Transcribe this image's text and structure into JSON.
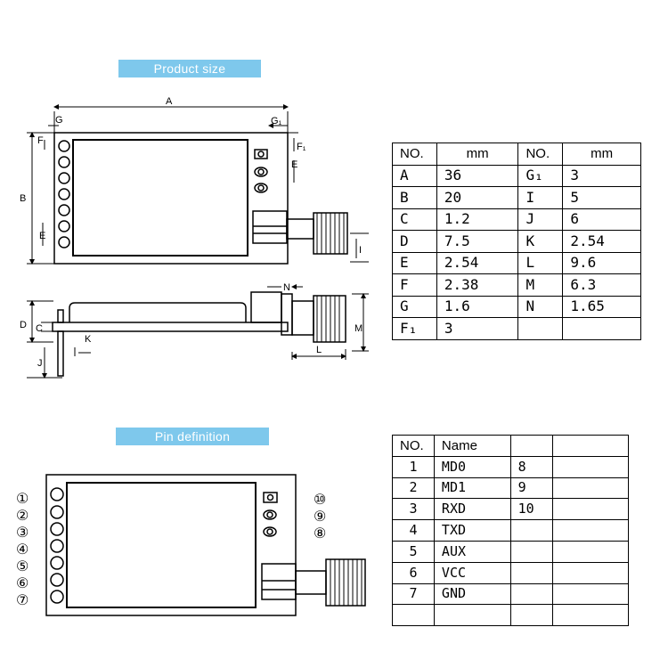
{
  "banners": {
    "product_size": "Product size",
    "pin_definition": "Pin definition"
  },
  "dimension_labels": {
    "A": "A",
    "B": "B",
    "C": "C",
    "D": "D",
    "E": "E",
    "F": "F",
    "G": "G",
    "G1": "G₁",
    "F1": "F₁",
    "I": "I",
    "J": "J",
    "K": "K",
    "L": "L",
    "M": "M",
    "N": "N"
  },
  "pin_markers": {
    "left": [
      "①",
      "②",
      "③",
      "④",
      "⑤",
      "⑥",
      "⑦"
    ],
    "right": [
      "⑩",
      "⑨",
      "⑧"
    ]
  },
  "dimension_table": {
    "headers": [
      "NO.",
      "mm",
      "NO.",
      "mm"
    ],
    "rows": [
      [
        "A",
        "36",
        "G₁",
        "3"
      ],
      [
        "B",
        "20",
        "I",
        "5"
      ],
      [
        "C",
        "1.2",
        "J",
        "6"
      ],
      [
        "D",
        "7.5",
        "K",
        "2.54"
      ],
      [
        "E",
        "2.54",
        "L",
        "9.6"
      ],
      [
        "F",
        "2.38",
        "M",
        "6.3"
      ],
      [
        "G",
        "1.6",
        "N",
        "1.65"
      ],
      [
        "F₁",
        "3",
        "",
        ""
      ]
    ]
  },
  "pin_table": {
    "headers": [
      "NO.",
      "Name",
      "",
      ""
    ],
    "rows": [
      [
        "1",
        "MD0",
        "8",
        ""
      ],
      [
        "2",
        "MD1",
        "9",
        ""
      ],
      [
        "3",
        "RXD",
        "10",
        ""
      ],
      [
        "4",
        "TXD",
        "",
        ""
      ],
      [
        "5",
        "AUX",
        "",
        ""
      ],
      [
        "6",
        "VCC",
        "",
        ""
      ],
      [
        "7",
        "GND",
        "",
        ""
      ],
      [
        "",
        "",
        "",
        ""
      ]
    ]
  }
}
